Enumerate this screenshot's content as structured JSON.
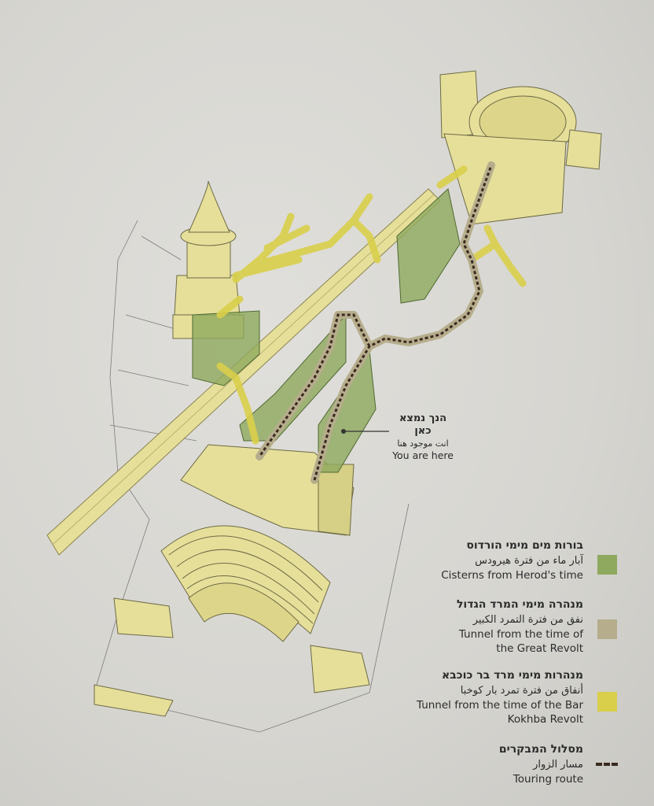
{
  "colors": {
    "background": "#d8d7d2",
    "cisterns": "#8fa95e",
    "great_revolt_tunnel": "#b6ad8c",
    "bar_kokhba_tunnel": "#d9cf4a",
    "route": "#3a2a20",
    "structure": "#e6df9a"
  },
  "you_are_here": {
    "hebrew": "הנך נמצא כאן",
    "arabic": "انت موجود هنا",
    "english": "You are here"
  },
  "legend": [
    {
      "hebrew": "בורות מים מימי הורדוס",
      "arabic": "آبار ماء من فترة هيرودس",
      "english": [
        "Cisterns from Herod's time"
      ],
      "color": "#8fa95e"
    },
    {
      "hebrew": "מנהרה מימי המרד הגדול",
      "arabic": "نفق من فترة التمرد الكبير",
      "english": [
        "Tunnel from the time of",
        "the Great Revolt"
      ],
      "color": "#b6ad8c"
    },
    {
      "hebrew": "מנהרות מימי מרד בר כוכבא",
      "arabic": "أنفاق من فترة تمرد بار كوخبا",
      "english": [
        "Tunnel from the time of the Bar",
        "Kokhba Revolt"
      ],
      "color": "#d9cf4a"
    },
    {
      "hebrew": "מסלול המבקרים",
      "arabic": "مسار الزوار",
      "english": [
        "Touring route"
      ],
      "icon": "dashed-line-icon"
    }
  ]
}
